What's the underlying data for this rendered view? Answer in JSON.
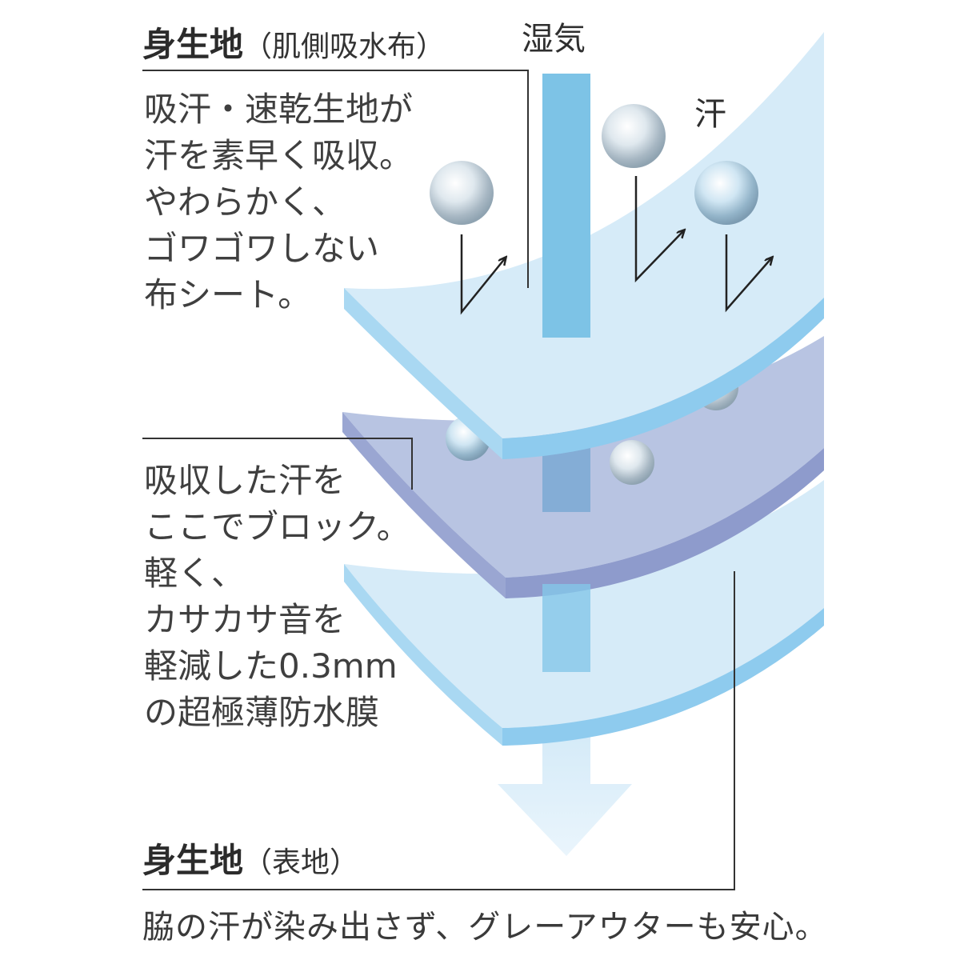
{
  "top_heading": {
    "main": "身生地",
    "sub": "（肌側吸水布）"
  },
  "label_vapor": "湿気",
  "label_sweat": "汗",
  "top_description": [
    "吸汗・速乾生地が",
    "汗を素早く吸収。",
    "やわらかく、",
    "ゴワゴワしない",
    "布シート。"
  ],
  "middle_description": [
    "吸収した汗を",
    "ここでブロック。",
    "軽く、",
    "カサカサ音を",
    "軽減した0.3mm",
    "の超極薄防水膜"
  ],
  "bottom_heading": {
    "main": "身生地",
    "sub": "（表地）"
  },
  "bottom_caption": "脇の汗が染み出さず、グレーアウターも安心。",
  "colors": {
    "fabric_face": "#d6ebf8",
    "fabric_edge": "#8ecbee",
    "membrane_face": "#b8c4e2",
    "membrane_edge": "#8e9bcc",
    "vapor_bar": "#7dc3e6",
    "leader_line": "#333333"
  }
}
